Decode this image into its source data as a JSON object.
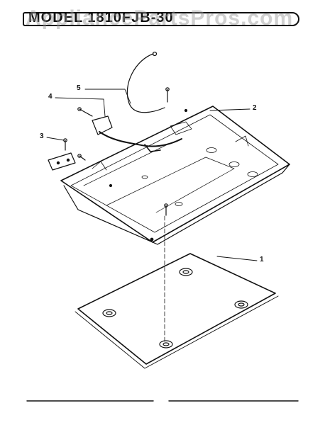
{
  "header": {
    "model_text": "MODEL 1810FJB-30",
    "watermark": "AppliancePartsPros.com"
  },
  "callouts": [
    {
      "label": "1"
    },
    {
      "label": "2"
    },
    {
      "label": "3"
    },
    {
      "label": "4"
    },
    {
      "label": "5"
    }
  ],
  "colors": {
    "ink": "#111111",
    "watermark": "#9a9a9a",
    "paper": "#ffffff"
  }
}
